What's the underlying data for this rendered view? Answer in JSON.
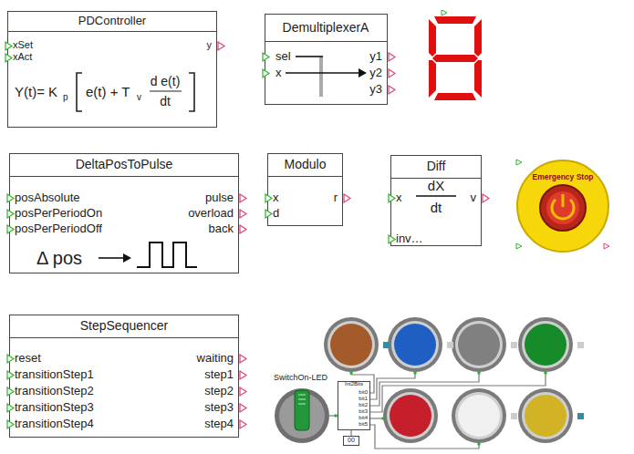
{
  "diagram": {
    "nodes": [
      {
        "text": [
          "PDController",
          "xSet",
          "xAct",
          "y",
          "Y(t)= K",
          "p",
          "e(t) + T",
          "v",
          "d e(t)",
          "dt"
        ]
      },
      {
        "text": [
          "DemultiplexerA",
          "sel",
          "x",
          "y1",
          "y2",
          "y3"
        ]
      },
      {
        "text": [
          "DeltaPosToPulse",
          "posAbsolute",
          "posPerPeriodOn",
          "posPerPeriodOff",
          "pulse",
          "overload",
          "back",
          "Δ pos"
        ]
      },
      {
        "text": [
          "Modulo",
          "x",
          "d",
          "r"
        ]
      },
      {
        "text": [
          "Diff",
          "x",
          "inv…",
          "v",
          "dX",
          "dt"
        ]
      },
      {
        "text": [
          "Emergency Stop"
        ]
      },
      {
        "text": [
          "StepSequencer",
          "reset",
          "transitionStep1",
          "transitionStep2",
          "transitionStep3",
          "transitionStep4",
          "waiting",
          "step1",
          "step2",
          "step3",
          "step4"
        ]
      },
      {
        "text": [
          "Int2Bits",
          "bit0",
          "bit1",
          "bit2",
          "bit3",
          "bit4",
          "bit5"
        ]
      },
      {
        "text": [
          "00"
        ]
      }
    ],
    "labels": [
      "SwitchOn-LED"
    ]
  }
}
